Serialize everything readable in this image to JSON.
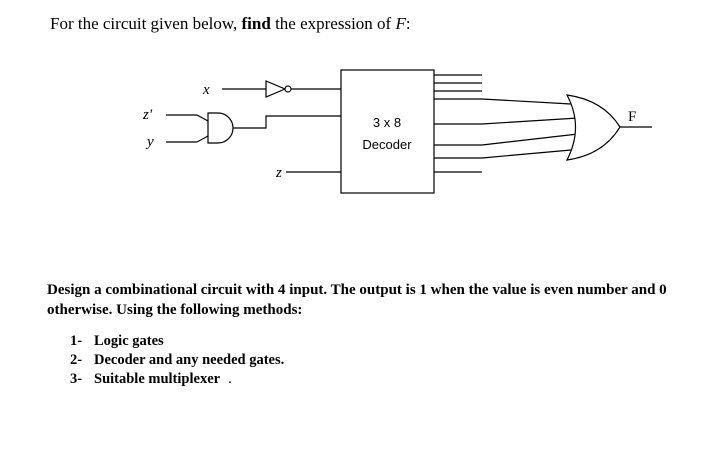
{
  "question1": {
    "prefix": "For the circuit given below, ",
    "bold": "find",
    "middle": " the expression of ",
    "var": "F",
    "suffix": ":"
  },
  "circuit": {
    "input_x": "x",
    "input_z_prime": "z'",
    "input_y": "y",
    "input_z": "z",
    "decoder_size": "3 x 8",
    "decoder_label": "Decoder",
    "output_label": "F"
  },
  "question2": {
    "text": "Design a combinational circuit with 4 input. The output is 1 when the value is even number and 0 otherwise. Using the following methods:"
  },
  "methods": [
    {
      "num": "1-",
      "label": "Logic gates"
    },
    {
      "num": "2-",
      "label": "Decoder and any needed gates."
    },
    {
      "num": "3-",
      "label": "Suitable multiplexer",
      "trail": "."
    }
  ]
}
